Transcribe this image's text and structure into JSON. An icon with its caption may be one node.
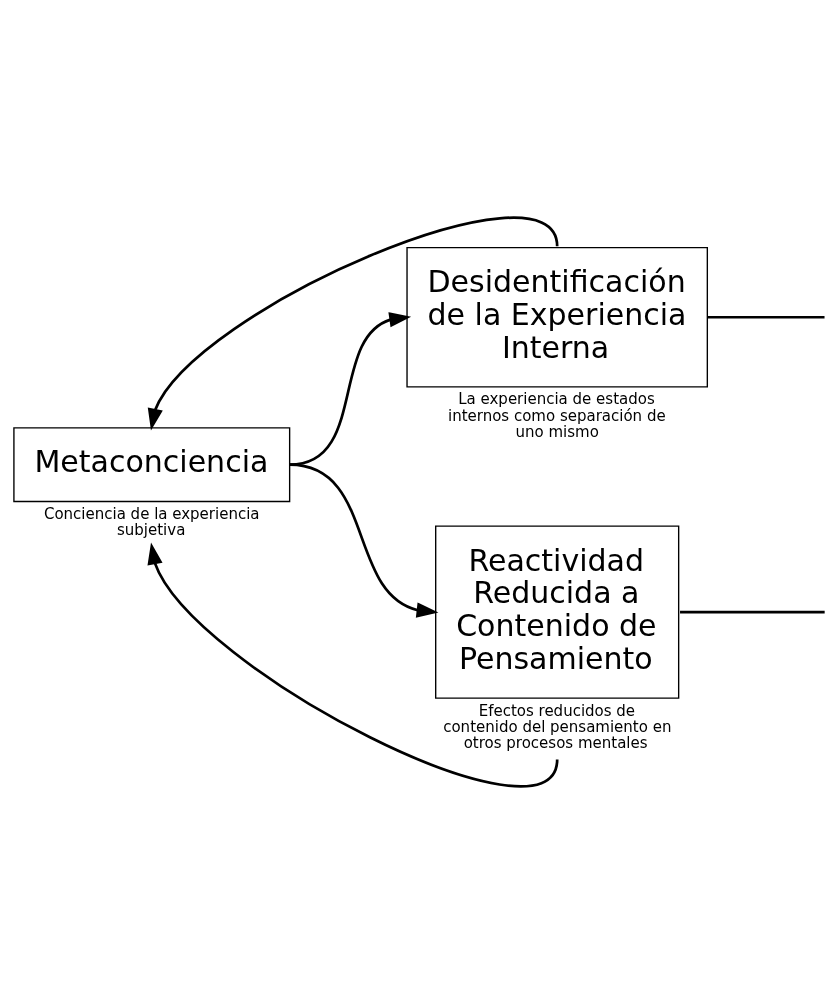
{
  "diagram": {
    "nodes": [
      {
        "text": [
          "Metaconciencia"
        ],
        "beside": [
          "Conciencia de la experiencia subjetiva"
        ]
      },
      {
        "text": [
          "Desidentificación de la Experiencia Interna"
        ],
        "beside": [
          "La experiencia de estados internos como separación de uno mismo"
        ]
      },
      {
        "text": [
          "Reactividad Reducida a Contenido de Pensamiento"
        ],
        "beside": [
          "Efectos reducidos de contenido del pensamiento en otros procesos mentales"
        ]
      }
    ],
    "edges": [
      {
        "from": 0,
        "to": 1,
        "arrow": "to"
      },
      {
        "from": 0,
        "to": 2,
        "arrow": "to"
      },
      {
        "from": 1,
        "to": 0,
        "arrow": "to"
      },
      {
        "from": 2,
        "to": 0,
        "arrow": "to"
      },
      {
        "from": 1,
        "to": null,
        "arrow": "none"
      },
      {
        "from": 2,
        "to": null,
        "arrow": "none"
      }
    ]
  }
}
